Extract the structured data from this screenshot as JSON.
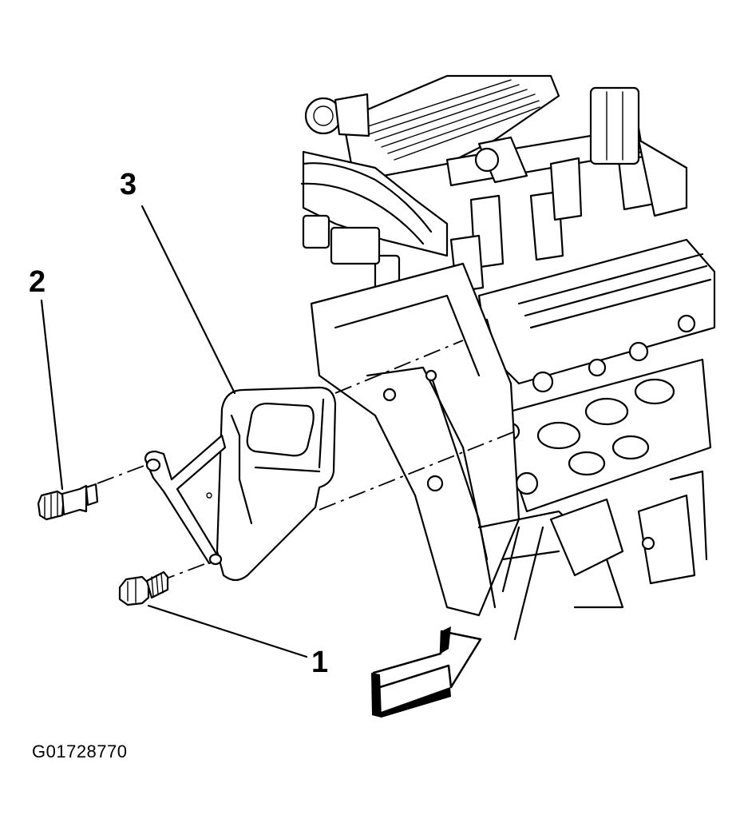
{
  "figure_id": "G01728770",
  "callouts": [
    {
      "number": "1"
    },
    {
      "number": "2"
    },
    {
      "number": "3"
    }
  ],
  "colors": {
    "ink": "#000000",
    "background": "#ffffff"
  }
}
